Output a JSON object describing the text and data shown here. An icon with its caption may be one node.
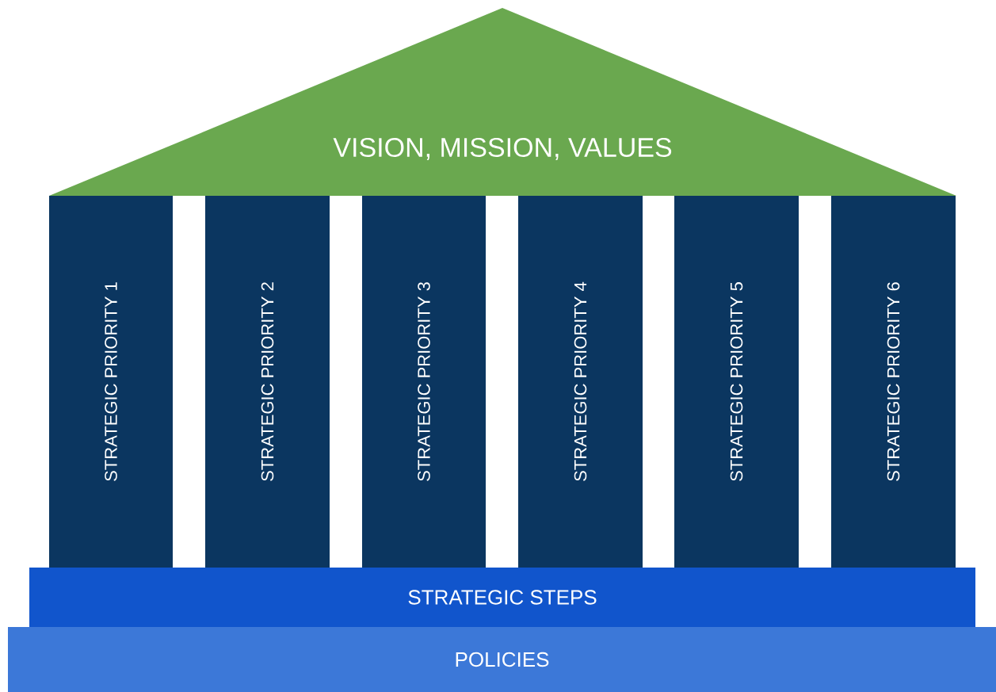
{
  "diagram": {
    "nodes": [
      {
        "text": [
          "VISION, MISSION, VALUES"
        ]
      },
      {
        "text": [
          "STRATEGIC PRIORITY 1"
        ]
      },
      {
        "text": [
          "STRATEGIC PRIORITY 2"
        ]
      },
      {
        "text": [
          "STRATEGIC PRIORITY 3"
        ]
      },
      {
        "text": [
          "STRATEGIC PRIORITY 4"
        ]
      },
      {
        "text": [
          "STRATEGIC PRIORITY 5"
        ]
      },
      {
        "text": [
          "STRATEGIC PRIORITY 6"
        ]
      },
      {
        "text": [
          "STRATEGIC STEPS"
        ]
      },
      {
        "text": [
          "POLICIES"
        ]
      }
    ]
  }
}
